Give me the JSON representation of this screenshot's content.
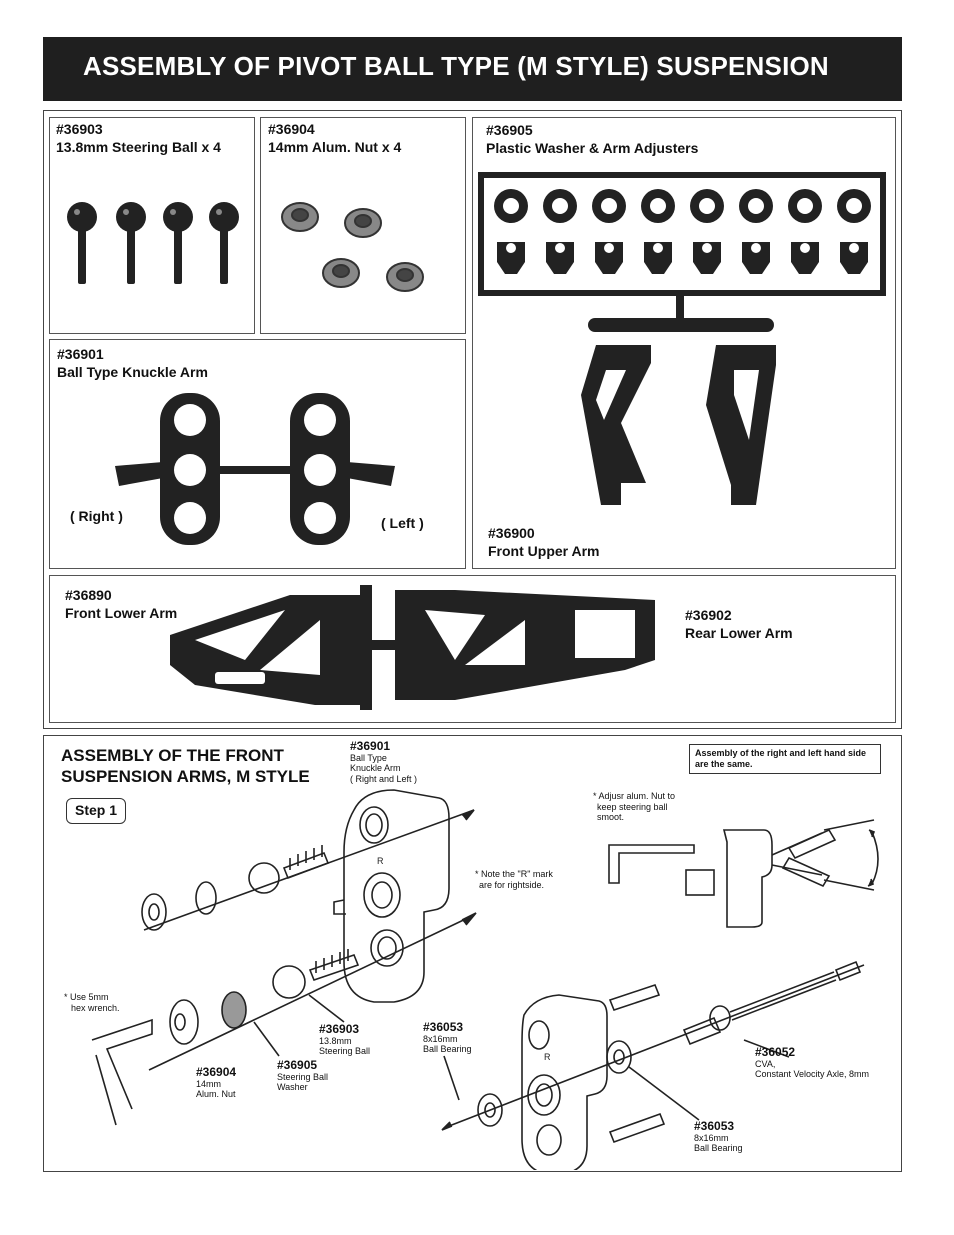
{
  "title": "ASSEMBLY OF PIVOT BALL TYPE (M STYLE) SUSPENSION",
  "parts": {
    "p36903": {
      "number": "#36903",
      "desc": "13.8mm Steering Ball x 4"
    },
    "p36904": {
      "number": "#36904",
      "desc": "14mm Alum. Nut x 4"
    },
    "p36905": {
      "number": "#36905",
      "desc": "Plastic Washer & Arm Adjusters"
    },
    "p36901": {
      "number": "#36901",
      "desc": "Ball Type Knuckle Arm",
      "right": "( Right )",
      "left": "( Left )"
    },
    "p36900": {
      "number": "#36900",
      "desc": "Front Upper Arm"
    },
    "p36890": {
      "number": "#36890",
      "desc": "Front Lower Arm"
    },
    "p36902": {
      "number": "#36902",
      "desc": "Rear Lower Arm"
    }
  },
  "assembly": {
    "heading_line1": "ASSEMBLY OF THE FRONT",
    "heading_line2": "SUSPENSION ARMS, M STYLE",
    "step": "Step 1",
    "note_same": "Assembly of the right and left hand side are the same.",
    "knuckle": {
      "number": "#36901",
      "l1": "Ball Type",
      "l2": "Knuckle Arm",
      "l3": "( Right and Left )"
    },
    "adjust_note_l1": "* Adjusr alum. Nut to",
    "adjust_note_l2": "keep steering ball",
    "adjust_note_l3": "smoot.",
    "r_note_l1": "* Note the \"R\" mark",
    "r_note_l2": "are for rightside.",
    "wrench_note_l1": "* Use 5mm",
    "wrench_note_l2": "hex wrench.",
    "r_mark": "R",
    "ball": {
      "number": "#36903",
      "l1": "13.8mm",
      "l2": "Steering Ball"
    },
    "nut": {
      "number": "#36904",
      "l1": "14mm",
      "l2": "Alum. Nut"
    },
    "washer": {
      "number": "#36905",
      "l1": "Steering Ball",
      "l2": "Washer"
    },
    "bearing_a": {
      "number": "#36053",
      "l1": "8x16mm",
      "l2": "Ball Bearing"
    },
    "bearing_b": {
      "number": "#36053",
      "l1": "8x16mm",
      "l2": "Ball Bearing"
    },
    "cva": {
      "number": "#36052",
      "l1": "CVA,",
      "l2": "Constant Velocity Axle, 8mm"
    }
  }
}
